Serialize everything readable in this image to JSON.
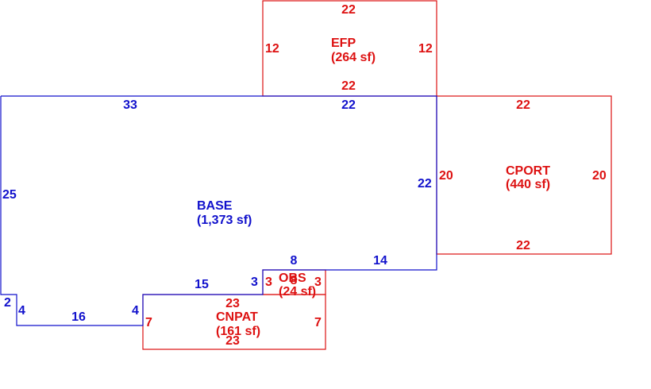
{
  "colors": {
    "base": "#1111cc",
    "addition": "#dd1111"
  },
  "areas": {
    "efp": {
      "name": "EFP",
      "area": "(264 sf)"
    },
    "base": {
      "name": "BASE",
      "area": "(1,373 sf)"
    },
    "cport": {
      "name": "CPORT",
      "area": "(440 sf)"
    },
    "obs": {
      "name": "OBS",
      "area": "(24 sf)"
    },
    "cnpat": {
      "name": "CNPAT",
      "area": "(161 sf)"
    }
  },
  "dimensions": {
    "efp": {
      "top": "22",
      "left": "12",
      "right": "12",
      "bottom": "22"
    },
    "base": {
      "top_left": "33",
      "top_right": "22",
      "left": "25",
      "right": "22",
      "notch_top": "8",
      "step_right": "14",
      "step_left": "15",
      "notch_side": "3",
      "corner_a": "2",
      "corner_b": "4",
      "bottom": "16",
      "inner_side": "4"
    },
    "cport": {
      "top": "22",
      "left": "20",
      "right": "20",
      "bottom": "22"
    },
    "obs": {
      "left": "3",
      "right": "3",
      "top": "8"
    },
    "cnpat": {
      "top": "23",
      "left": "7",
      "right": "7",
      "bottom": "23"
    }
  }
}
